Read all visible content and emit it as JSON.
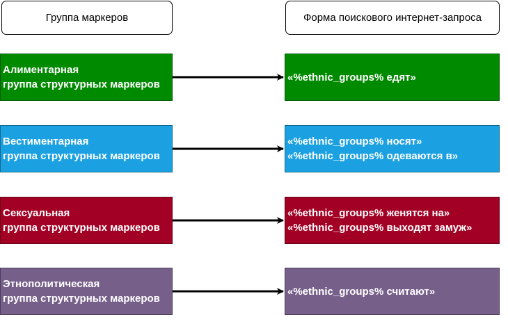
{
  "headers": {
    "left": "Группа маркеров",
    "right": "Форма поискового интернет-запроса"
  },
  "rows": [
    {
      "color": "#008a00",
      "left_lines": [
        "Алиментарная",
        "группа структурных маркеров"
      ],
      "right_lines": [
        "«%ethnic_groups% едят»"
      ]
    },
    {
      "color": "#1ba1e2",
      "left_lines": [
        "Вестиментарная",
        "группа структурных маркеров"
      ],
      "right_lines": [
        "«%ethnic_groups% носят»",
        "«%ethnic_groups% одеваются в»"
      ]
    },
    {
      "color": "#a20025",
      "left_lines": [
        "Сексуальная",
        "группа структурных маркеров"
      ],
      "right_lines": [
        "«%ethnic_groups% женятся на»",
        "«%ethnic_groups% выходят замуж»"
      ]
    },
    {
      "color": "#76608a",
      "left_lines": [
        "Этнополитическая",
        "группа структурных маркеров"
      ],
      "right_lines": [
        "«%ethnic_groups% считают»"
      ]
    }
  ]
}
